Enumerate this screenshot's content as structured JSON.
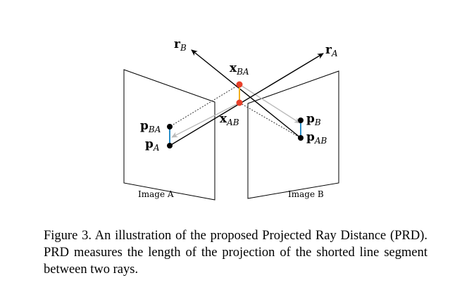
{
  "labels": {
    "image_a": "Image A",
    "image_b": "Image B",
    "r_b": {
      "base": "r",
      "sub": "B"
    },
    "r_a": {
      "base": "r",
      "sub": "A"
    },
    "x_ba": {
      "base": "x",
      "sub": "BA"
    },
    "x_ab": {
      "base": "x",
      "sub": "AB"
    },
    "p_ba": {
      "base": "p",
      "sub": "BA"
    },
    "p_a": {
      "base": "p",
      "sub": "A"
    },
    "p_b": {
      "base": "p",
      "sub": "B"
    },
    "p_ab": {
      "base": "p",
      "sub": "AB"
    }
  },
  "caption": "Figure 3. An illustration of the proposed Projected Ray Distance (PRD). PRD measures the length of the projection of the shorted line segment between two rays.",
  "colors": {
    "closest_point": "#e8402a",
    "segment": "#f2b01e",
    "projection": "#2a8fc9",
    "projection_ray": "#bbbbbb",
    "dotted": "#333333"
  }
}
